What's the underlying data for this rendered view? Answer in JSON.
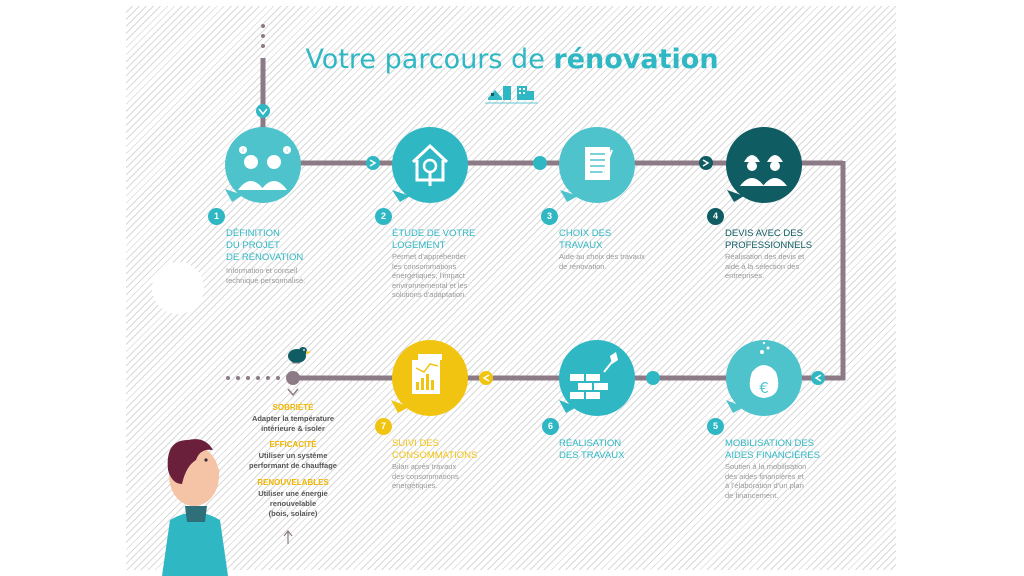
{
  "title": {
    "pre": "Votre",
    "mid": "parcours de",
    "bold": "rénovation"
  },
  "colors": {
    "teal": "#2fb8c4",
    "dark_teal": "#0f5c63",
    "yellow": "#f2c412",
    "path": "#8c7b86",
    "desc_gray": "#9a9a9a"
  },
  "icons": [
    "houses-icon",
    "couple-info-icon",
    "house-magnifier-icon",
    "checklist-clipboard-icon",
    "workers-helmet-icon",
    "euro-money-bag-icon",
    "brick-wall-trowel-icon",
    "energy-chart-icon",
    "bird-icon"
  ],
  "steps": [
    {
      "num": "1",
      "label": [
        "DÉFINITION",
        "DU PROJET",
        "DE RÉNOVATION"
      ],
      "desc": [
        "Information et conseil",
        "technique personnalisé."
      ]
    },
    {
      "num": "2",
      "label": [
        "ÉTUDE DE VOTRE",
        "LOGEMENT"
      ],
      "desc": [
        "Permet d'appréhender",
        "les consommations",
        "énergétiques, l'impact",
        "environnemental et les",
        "solutions d'adaptation."
      ]
    },
    {
      "num": "3",
      "label": [
        "CHOIX DES",
        "TRAVAUX"
      ],
      "desc": [
        "Aide au choix des travaux",
        "de rénovation."
      ]
    },
    {
      "num": "4",
      "label": [
        "DEVIS AVEC DES",
        "PROFESSIONNELS"
      ],
      "desc": [
        "Réalisation des devis et",
        "aide à la sélection des",
        "entreprises."
      ]
    },
    {
      "num": "5",
      "label": [
        "MOBILISATION DES",
        "AIDES FINANCIÈRES"
      ],
      "desc": [
        "Soutien à la mobilisation",
        "des aides financières et",
        "à l'élaboration d'un plan",
        "de financement."
      ]
    },
    {
      "num": "6",
      "label": [
        "RÉALISATION",
        "DES TRAVAUX"
      ],
      "desc": []
    },
    {
      "num": "7",
      "label": [
        "SUIVI DES",
        "CONSOMMATIONS"
      ],
      "desc": [
        "Bilan après travaux",
        "des consommations",
        "énergétiques."
      ]
    }
  ],
  "tips": [
    {
      "head": "SOBRIÉTÉ",
      "text": [
        "Adapter la température",
        "intérieure & isoler"
      ]
    },
    {
      "head": "EFFICACITÉ",
      "text": [
        "Utiliser un système",
        "performant de chauffage"
      ]
    },
    {
      "head": "RENOUVELABLES",
      "text": [
        "Utiliser une énergie",
        "renouvelable",
        "(bois, solaire)"
      ]
    }
  ],
  "euro_symbol": "€"
}
